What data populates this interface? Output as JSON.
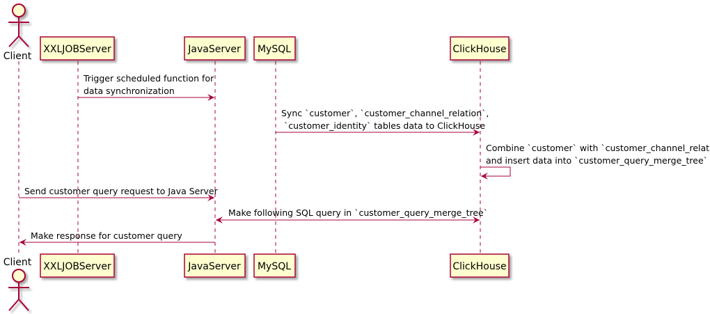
{
  "participants": {
    "client": "Client",
    "xxljob": "XXLJOBServer",
    "java": "JavaServer",
    "mysql": "MySQL",
    "clickhouse": "ClickHouse"
  },
  "messages": {
    "m1": {
      "line1": "Trigger scheduled function for",
      "line2": "data synchronization"
    },
    "m2": {
      "line1": "Sync `customer`, `customer_channel_relation`,",
      "line2": "`customer_identity` tables data to ClickHouse"
    },
    "m3": {
      "line1": "Combine `customer` with `customer_channel_relation`",
      "line2": "and insert data into `customer_query_merge_tree`"
    },
    "m4": "Send customer query request to Java Server",
    "m5": "Make following SQL query in `customer_query_merge_tree`",
    "m6": "Make response for customer query"
  },
  "colors": {
    "box_fill": "#FEFECE",
    "border": "#A80036",
    "lifeline": "#A80036"
  }
}
